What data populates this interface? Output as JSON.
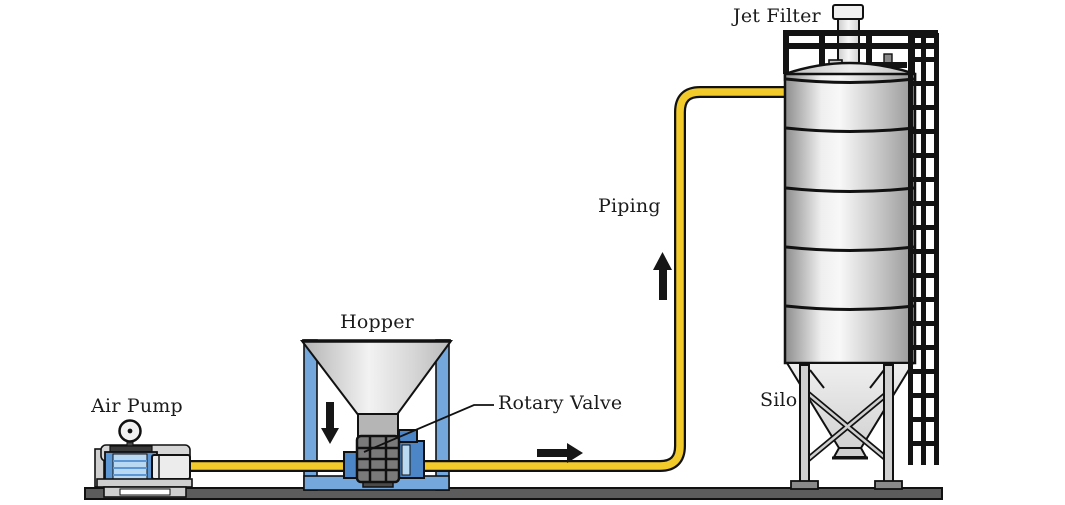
{
  "diagram": {
    "labels": {
      "air_pump": "Air Pump",
      "hopper": "Hopper",
      "rotary_valve": "Rotary Valve",
      "piping": "Piping",
      "jet_filter": "Jet Filter",
      "silo": "Silo"
    },
    "flow_arrows": [
      "down",
      "right",
      "up"
    ],
    "colors": {
      "pipe_yellow": "#F2CB2A",
      "frame_blue": "#74A7DB",
      "machine_blue": "#4C86C6",
      "machine_blue_light": "#B9D8F2",
      "metal_gray": "#D9D9D9",
      "ground_gray": "#5C5C5C",
      "outline": "#141414"
    }
  }
}
